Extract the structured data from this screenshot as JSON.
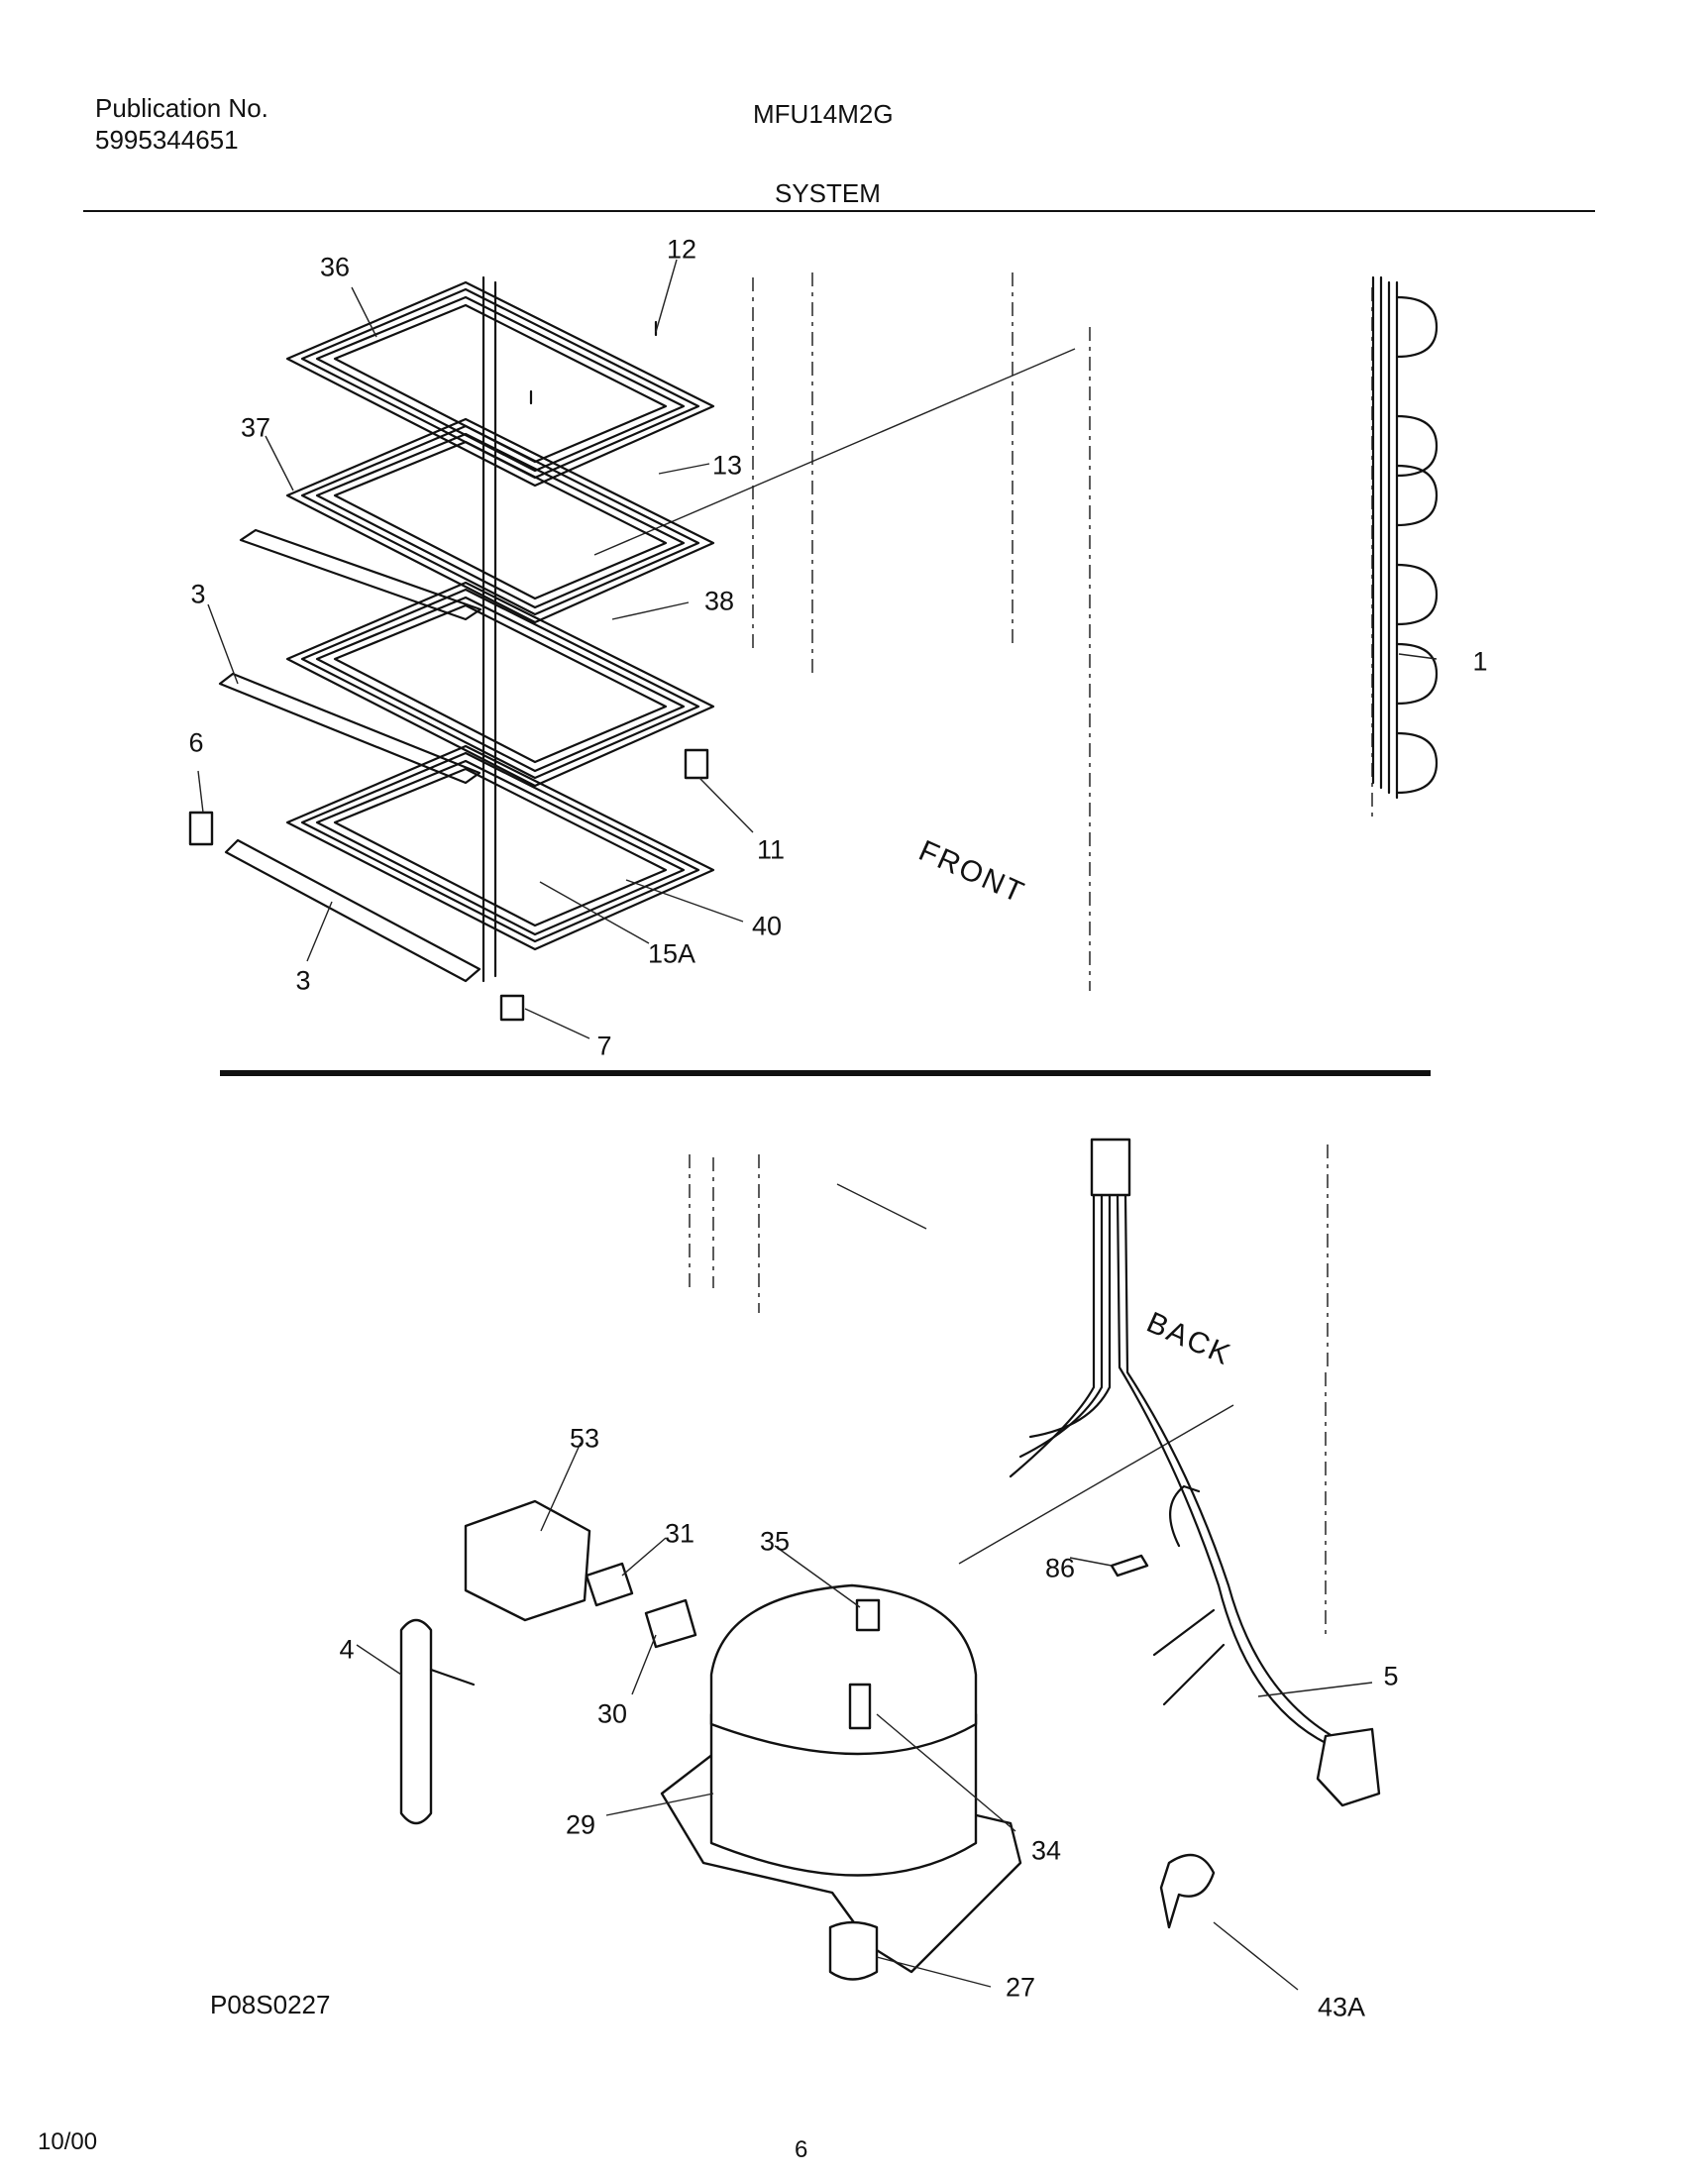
{
  "header": {
    "publication_label": "Publication No.",
    "publication_number": "5995344651",
    "model": "MFU14M2G",
    "section_title": "SYSTEM"
  },
  "directions": {
    "front": "FRONT",
    "back": "BACK"
  },
  "callouts": {
    "c36": "36",
    "c12": "12",
    "c37": "37",
    "c13": "13",
    "c3a": "3",
    "c38": "38",
    "c1": "1",
    "c6": "6",
    "c11": "11",
    "c40": "40",
    "c15a": "15A",
    "c3b": "3",
    "c7": "7",
    "c53": "53",
    "c31": "31",
    "c35": "35",
    "c86": "86",
    "c4": "4",
    "c30": "30",
    "c5": "5",
    "c29": "29",
    "c34": "34",
    "c27": "27",
    "c43a": "43A"
  },
  "drawing_id": "P08S0227",
  "footer": {
    "date": "10/00",
    "page": "6"
  }
}
